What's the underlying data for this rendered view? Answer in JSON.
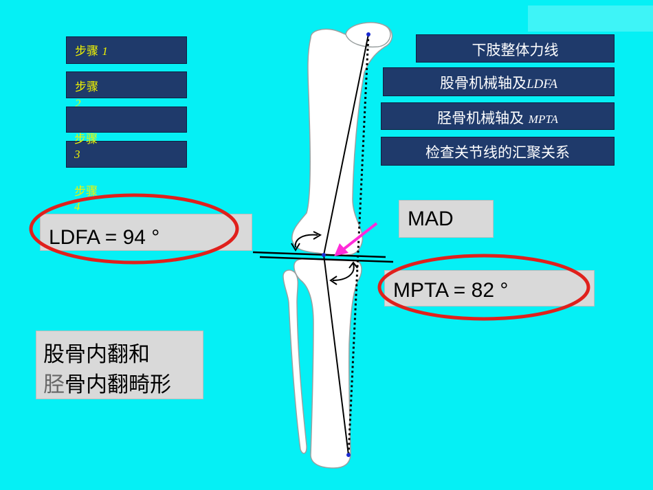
{
  "steps": [
    {
      "label": "步骤",
      "num": "1"
    },
    {
      "label": "步骤",
      "num": "2"
    },
    {
      "label": "步骤",
      "num": "3"
    },
    {
      "label": "步骤",
      "num": "4"
    }
  ],
  "topics": [
    {
      "text": "下肢整体力线",
      "em": ""
    },
    {
      "text": "股骨机械轴及",
      "em": "LDFA"
    },
    {
      "text": "胫骨机械轴及 ",
      "em": "MPTA"
    },
    {
      "text": "检查关节线的汇聚关系",
      "em": ""
    }
  ],
  "measurements": {
    "ldfa": "LDFA = 94 °",
    "mpta": "MPTA = 82 °",
    "mad": "MAD"
  },
  "diagnosis": {
    "line1": "股骨内翻和",
    "line2a": "胫",
    "line2b": "骨内翻畸形"
  },
  "colors": {
    "background": "#05f0f5",
    "button": "#1f3a6b",
    "step_text": "#f1f400",
    "highlight_ellipse": "#e0201c",
    "mad_arrow": "#ff2bd8",
    "label_box": "#d9d9d9"
  }
}
